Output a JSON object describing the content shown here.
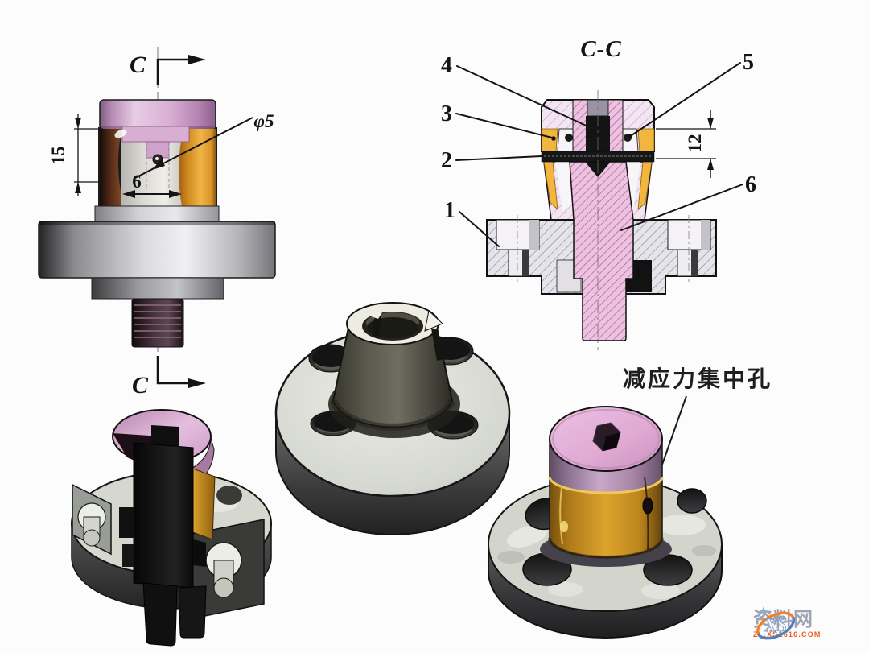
{
  "front_view": {
    "section_label_top": "C",
    "section_label_bottom": "C",
    "dim_height": "15",
    "dim_width": "6",
    "dim_hole": "φ5"
  },
  "section_view": {
    "title": "C-C",
    "dim_depth": "12",
    "callout_1": "1",
    "callout_2": "2",
    "callout_3": "3",
    "callout_4": "4",
    "callout_5": "5",
    "callout_6": "6"
  },
  "assembled_view": {
    "annotation": "减应力集中孔"
  },
  "watermark": {
    "logo": "XS",
    "site": "资料网",
    "url": "ZL.XS1616.COM"
  },
  "colors": {
    "cap_pink": "#d9aed5",
    "section_shaft_pink": "#ecc2e0",
    "section_body_lavender": "#f2e6f2",
    "collet_orange": "#f0b63e",
    "flange_gray": "#d5d8d0",
    "hatch_gray": "#e4e4ea",
    "line_dark": "#141414",
    "watermark_orange": "#e8570f",
    "watermark_gray": "#99a0ad",
    "watermark_blue": "#4a78b8"
  }
}
